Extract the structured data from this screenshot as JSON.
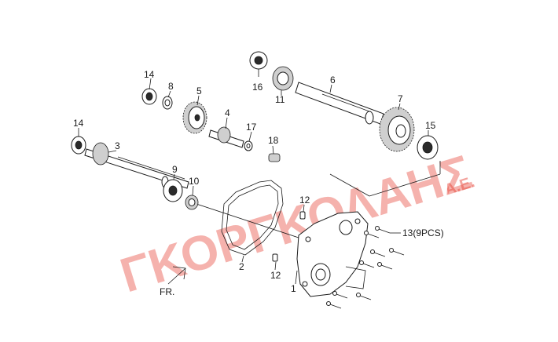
{
  "watermark": {
    "main": "ΓΚΟΡΓΚΟΛΑΗΣ",
    "suffix": "Α.Ε.",
    "color": "#e8473c"
  },
  "direction_label": "FR.",
  "callouts": [
    {
      "id": "1",
      "text": "1"
    },
    {
      "id": "2",
      "text": "2"
    },
    {
      "id": "3",
      "text": "3"
    },
    {
      "id": "4",
      "text": "4"
    },
    {
      "id": "5",
      "text": "5"
    },
    {
      "id": "6",
      "text": "6"
    },
    {
      "id": "7",
      "text": "7"
    },
    {
      "id": "8",
      "text": "8"
    },
    {
      "id": "9",
      "text": "9"
    },
    {
      "id": "10",
      "text": "10"
    },
    {
      "id": "11",
      "text": "11"
    },
    {
      "id": "12a",
      "text": "12"
    },
    {
      "id": "12b",
      "text": "12"
    },
    {
      "id": "13",
      "text": "13(9PCS)"
    },
    {
      "id": "14a",
      "text": "14"
    },
    {
      "id": "14b",
      "text": "14"
    },
    {
      "id": "15",
      "text": "15"
    },
    {
      "id": "16",
      "text": "16"
    },
    {
      "id": "17",
      "text": "17"
    },
    {
      "id": "18",
      "text": "18"
    }
  ]
}
